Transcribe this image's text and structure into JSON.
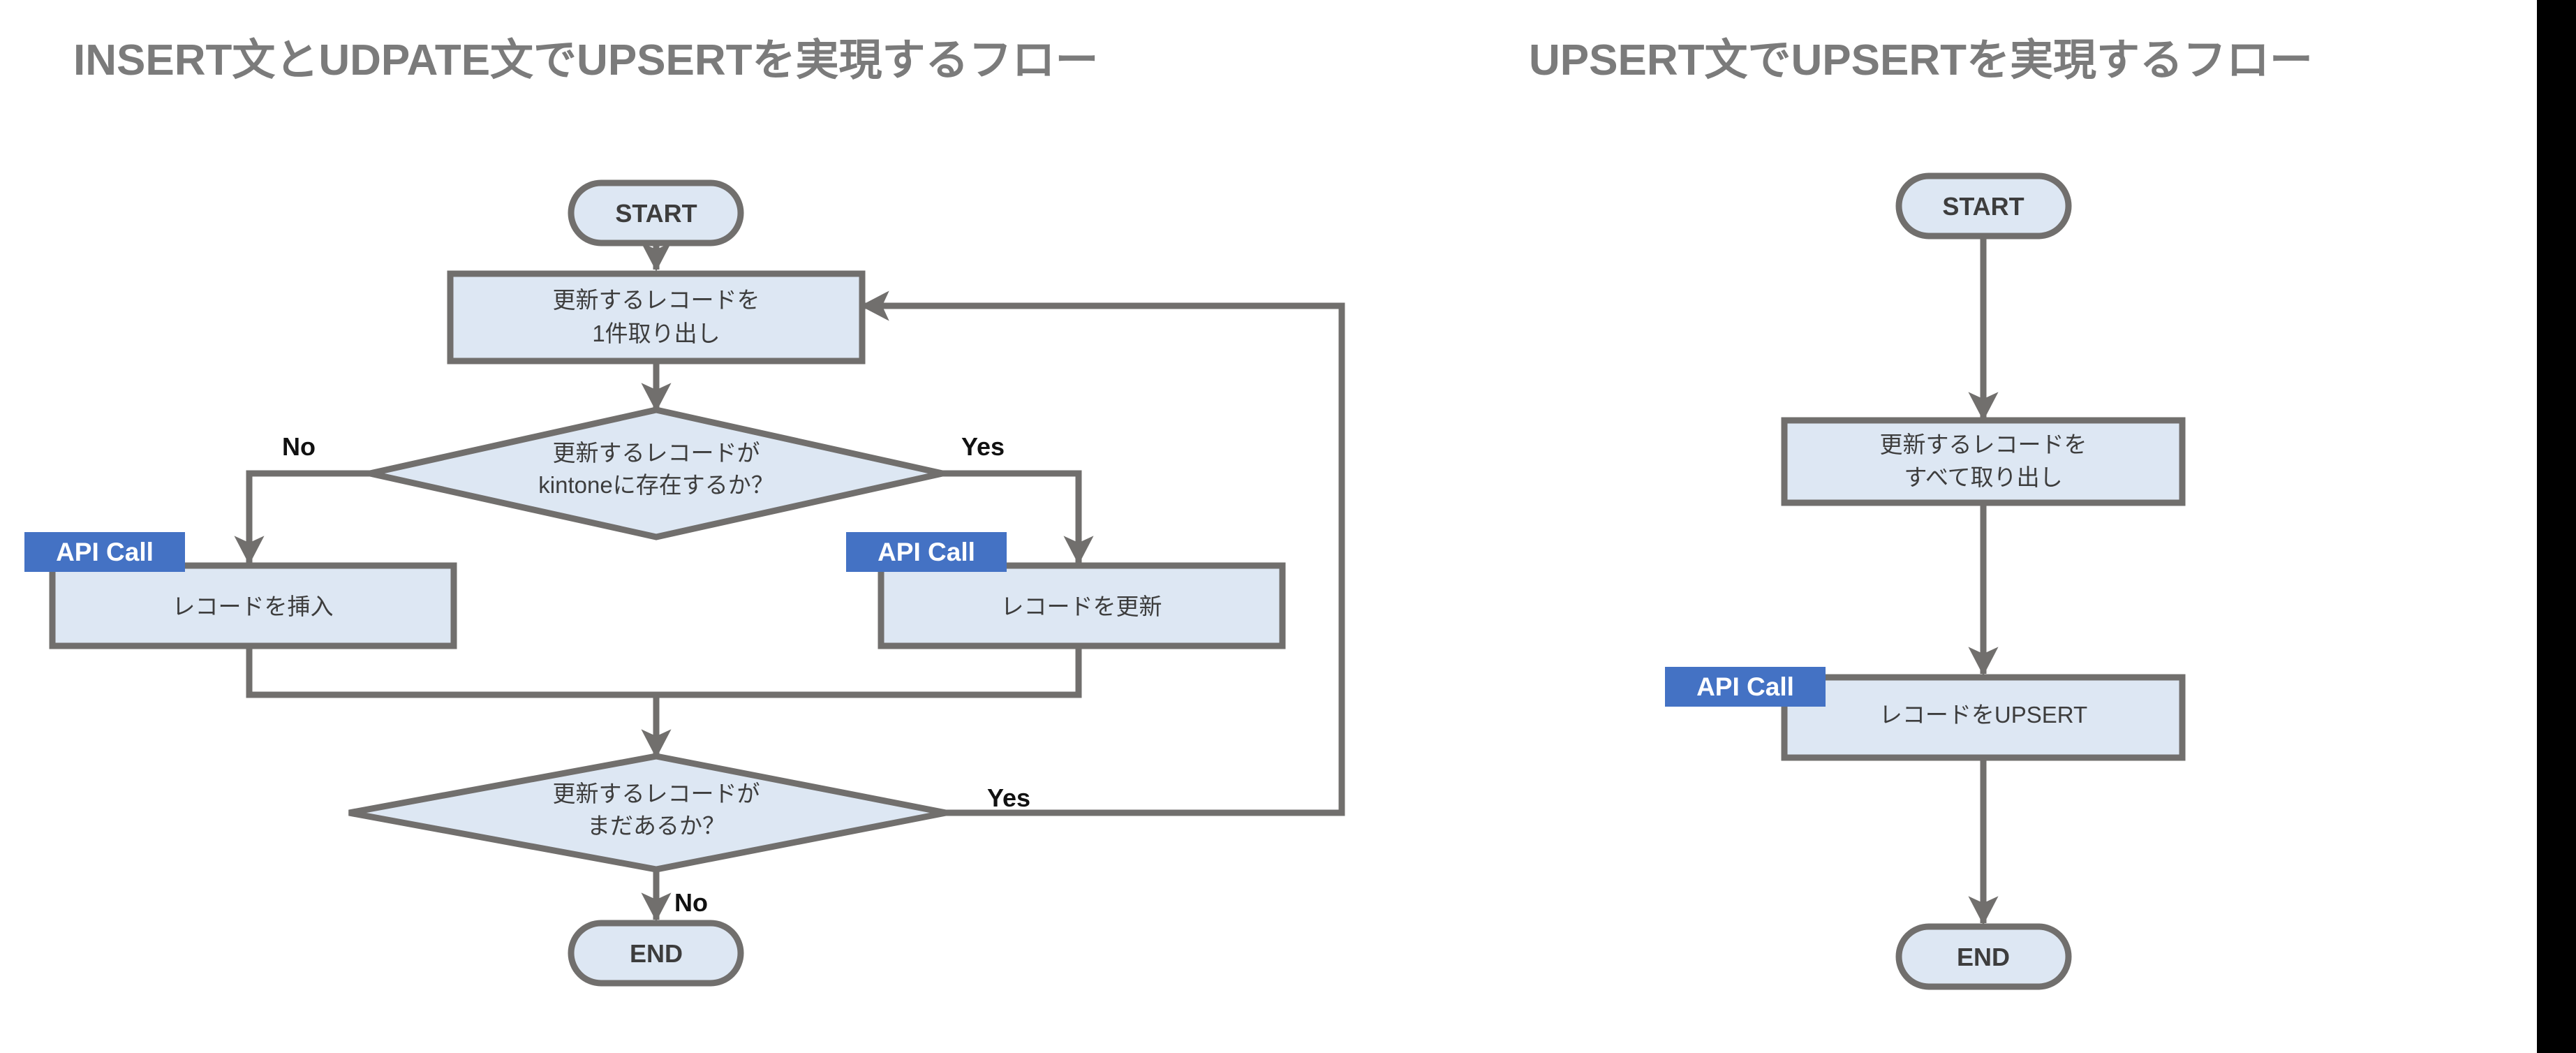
{
  "page": {
    "background": "#ffffff",
    "right_strip_color": "#000000"
  },
  "theme": {
    "node_fill": "#dde7f3",
    "node_stroke": "#716f6d",
    "edge_color": "#716f6d",
    "badge_color": "#4472c4",
    "badge_text_color": "#ffffff",
    "title_color": "#7b7b7b",
    "node_text_color": "#3d3d3d",
    "label_text_color": "#111111"
  },
  "diagrams": [
    {
      "id": "insert-update-flow",
      "title": "INSERT文とUDPATE文でUPSERTを実現するフロー",
      "nodes": [
        {
          "id": "start",
          "type": "terminator",
          "label": "START"
        },
        {
          "id": "fetch-one",
          "type": "process",
          "label_line1": "更新するレコードを",
          "label_line2": "1件取り出し"
        },
        {
          "id": "exists",
          "type": "decision",
          "label_line1": "更新するレコードが",
          "label_line2": "kintoneに存在するか？"
        },
        {
          "id": "insert",
          "type": "process",
          "label": "レコードを挿入",
          "badge": "API Call"
        },
        {
          "id": "update",
          "type": "process",
          "label": "レコードを更新",
          "badge": "API Call"
        },
        {
          "id": "more",
          "type": "decision",
          "label_line1": "更新するレコードが",
          "label_line2": "まだあるか？"
        },
        {
          "id": "end",
          "type": "terminator",
          "label": "END"
        }
      ],
      "edge_labels": {
        "exists_no": "No",
        "exists_yes": "Yes",
        "more_yes": "Yes",
        "more_no": "No"
      }
    },
    {
      "id": "upsert-flow",
      "title": "UPSERT文でUPSERTを実現するフロー",
      "nodes": [
        {
          "id": "start",
          "type": "terminator",
          "label": "START"
        },
        {
          "id": "fetch-all",
          "type": "process",
          "label_line1": "更新するレコードを",
          "label_line2": "すべて取り出し"
        },
        {
          "id": "upsert",
          "type": "process",
          "label": "レコードをUPSERT",
          "badge": "API Call"
        },
        {
          "id": "end",
          "type": "terminator",
          "label": "END"
        }
      ]
    }
  ]
}
